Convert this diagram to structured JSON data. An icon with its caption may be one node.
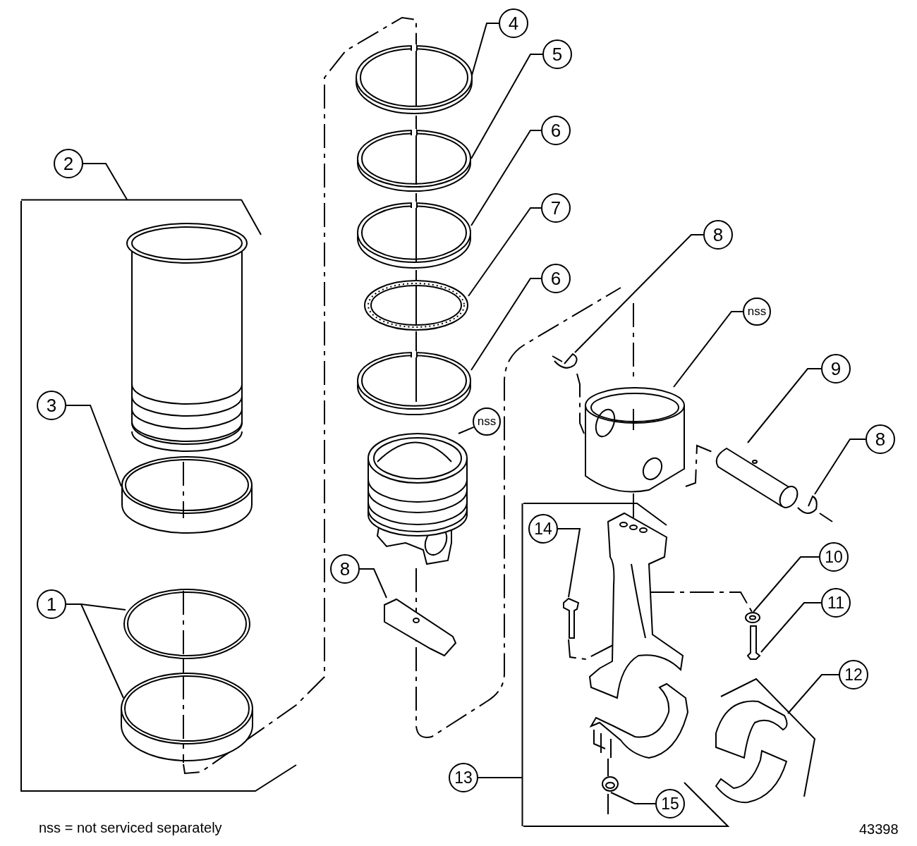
{
  "diagram": {
    "nodes": [
      {
        "text": [
          "2"
        ]
      },
      {
        "text": [],
        "shape": "picture"
      },
      {
        "text": [
          "3"
        ]
      },
      {
        "text": [],
        "shape": "picture"
      },
      {
        "text": [
          "1"
        ]
      },
      {
        "text": [],
        "shape": "picture"
      },
      {
        "text": [],
        "shape": "picture"
      },
      {
        "text": [
          "4"
        ]
      },
      {
        "text": [],
        "shape": "picture"
      },
      {
        "text": [
          "5"
        ]
      },
      {
        "text": [],
        "shape": "picture"
      },
      {
        "text": [
          "6"
        ]
      },
      {
        "text": [],
        "shape": "picture"
      },
      {
        "text": [
          "7"
        ]
      },
      {
        "text": [],
        "shape": "picture"
      },
      {
        "text": [
          "6"
        ]
      },
      {
        "text": [],
        "shape": "picture"
      },
      {
        "text": [
          "nss"
        ]
      },
      {
        "text": [],
        "shape": "picture"
      },
      {
        "text": [
          "8"
        ]
      },
      {
        "text": [],
        "shape": "picture"
      },
      {
        "text": [
          "8"
        ]
      },
      {
        "text": [],
        "shape": "picture"
      },
      {
        "text": [
          "nss"
        ]
      },
      {
        "text": [],
        "shape": "picture"
      },
      {
        "text": [
          "9"
        ]
      },
      {
        "text": [],
        "shape": "picture"
      },
      {
        "text": [
          "8"
        ]
      },
      {
        "text": [],
        "shape": "picture"
      },
      {
        "text": [
          "14"
        ]
      },
      {
        "text": [],
        "shape": "picture"
      },
      {
        "text": [
          "10"
        ]
      },
      {
        "text": [],
        "shape": "picture"
      },
      {
        "text": [
          "11"
        ]
      },
      {
        "text": [],
        "shape": "picture"
      },
      {
        "text": [
          "12"
        ]
      },
      {
        "text": [],
        "shape": "picture"
      },
      {
        "text": [
          "13"
        ]
      },
      {
        "text": [
          "15"
        ]
      },
      {
        "text": [],
        "shape": "picture"
      },
      {
        "text": [],
        "shape": "picture"
      },
      {
        "text": [],
        "shape": "bracket"
      },
      {
        "text": [],
        "shape": "bracket"
      }
    ],
    "edges": [
      {
        "from": 0,
        "to": 41,
        "arrow": "none"
      },
      {
        "from": 2,
        "to": 3,
        "arrow": "none"
      },
      {
        "from": 4,
        "to": 5,
        "arrow": "none"
      },
      {
        "from": 4,
        "to": 6,
        "arrow": "none"
      },
      {
        "from": 7,
        "to": 8,
        "arrow": "none"
      },
      {
        "from": 9,
        "to": 10,
        "arrow": "none"
      },
      {
        "from": 11,
        "to": 12,
        "arrow": "none"
      },
      {
        "from": 13,
        "to": 14,
        "arrow": "none"
      },
      {
        "from": 15,
        "to": 16,
        "arrow": "none"
      },
      {
        "from": 17,
        "to": 18,
        "arrow": "none"
      },
      {
        "from": 19,
        "to": 20,
        "arrow": "none"
      },
      {
        "from": 21,
        "to": 22,
        "arrow": "none"
      },
      {
        "from": 23,
        "to": 24,
        "arrow": "none"
      },
      {
        "from": 25,
        "to": 26,
        "arrow": "none"
      },
      {
        "from": 27,
        "to": 28,
        "arrow": "none"
      },
      {
        "from": 29,
        "to": 30,
        "arrow": "none"
      },
      {
        "from": 31,
        "to": 32,
        "arrow": "none"
      },
      {
        "from": 33,
        "to": 34,
        "arrow": "none"
      },
      {
        "from": 35,
        "to": 36,
        "arrow": "none"
      },
      {
        "from": 37,
        "to": 42,
        "arrow": "none"
      },
      {
        "from": 38,
        "to": 39,
        "arrow": "none"
      },
      {
        "from": 6,
        "to": 8,
        "arrow": "none",
        "style": "dashed"
      },
      {
        "from": 40,
        "to": 32,
        "arrow": "none",
        "style": "dashed"
      },
      {
        "from": 24,
        "to": 26,
        "arrow": "none",
        "style": "dashed"
      },
      {
        "from": 22,
        "to": 24,
        "arrow": "none",
        "style": "dashed"
      },
      {
        "from": 24,
        "to": 40,
        "arrow": "none",
        "style": "dashed"
      },
      {
        "from": 30,
        "to": 40,
        "arrow": "none",
        "style": "dashed"
      },
      {
        "from": 40,
        "to": 39,
        "arrow": "none",
        "style": "dashed"
      },
      {
        "from": 5,
        "to": 6,
        "arrow": "none",
        "style": "dashed"
      },
      {
        "from": 8,
        "to": 10,
        "arrow": "none",
        "style": "dashed"
      },
      {
        "from": 10,
        "to": 12,
        "arrow": "none",
        "style": "dashed"
      },
      {
        "from": 12,
        "to": 14,
        "arrow": "none",
        "style": "dashed"
      },
      {
        "from": 14,
        "to": 16,
        "arrow": "none",
        "style": "dashed"
      }
    ],
    "labels": [
      "nss = not serviced separately",
      "43398"
    ]
  }
}
